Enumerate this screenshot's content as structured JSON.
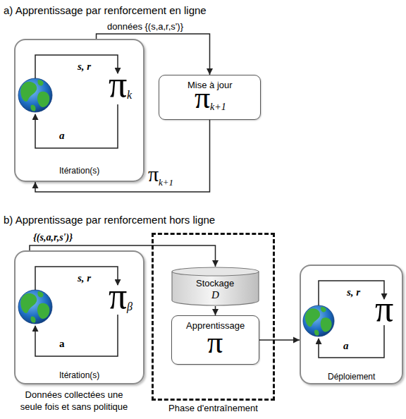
{
  "diagram": {
    "nodes": [
      {
        "text": [
          "s, r",
          "π",
          "k",
          "a",
          "Itération(s)"
        ]
      },
      {
        "text": [
          "Mise à jour",
          "π",
          "k+1"
        ]
      },
      {
        "text": [
          "s, r",
          "π",
          "β",
          "a",
          "Itération(s)"
        ]
      },
      {
        "text": [
          "Phase d'entraînement"
        ]
      },
      {
        "text": [
          "Stockage",
          "D"
        ],
        "in": 3
      },
      {
        "text": [
          "Apprentissage",
          "π"
        ],
        "in": 3
      },
      {
        "text": [
          "s, r",
          "π",
          "a",
          "Déploiement"
        ]
      }
    ],
    "edges": [
      {
        "from": 0,
        "to": 1,
        "arrow": "to",
        "label": "données {(s,a,r,s')}"
      },
      {
        "from": 1,
        "to": 0,
        "arrow": "to"
      },
      {
        "from": 2,
        "to": 4,
        "arrow": "to",
        "label": "{(s,a,r,s')}"
      },
      {
        "from": 4,
        "to": 5,
        "arrow": "to"
      },
      {
        "from": 5,
        "to": 6,
        "arrow": "to"
      }
    ],
    "labels": [
      "a) Apprentissage par renforcement en ligne",
      "π",
      "k+1",
      "b) Apprentissage par renforcement hors ligne",
      "Données collectées une seule fois et sans politique"
    ]
  }
}
